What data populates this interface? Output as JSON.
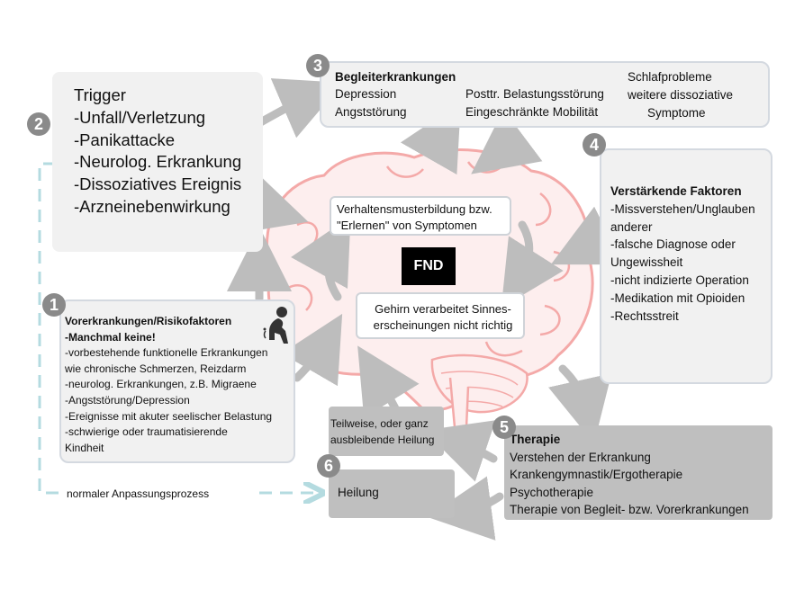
{
  "trigger": {
    "number": "2",
    "lines": [
      "Trigger",
      "-Unfall/Verletzung",
      "-Panikattacke",
      "-Neurolog. Erkrankung",
      "-Dissoziatives Ereignis",
      "-Arzneinebenwirkung"
    ]
  },
  "comorbidities": {
    "number": "3",
    "title": "Begleiterkrankungen",
    "col1": [
      "Depression",
      "Angststörung"
    ],
    "col2": [
      "Posttr. Belastungsstörung",
      "Eingeschränkte Mobilität"
    ],
    "col3": [
      "Schlafprobleme",
      "weitere dissoziative",
      "Symptome"
    ]
  },
  "reinforcing": {
    "number": "4",
    "title": "Verstärkende Faktoren",
    "lines": [
      "-Missverstehen/Unglauben",
      "anderer",
      "-falsche Diagnose oder",
      "Ungewissheit",
      "-nicht indizierte Operation",
      "-Medikation mit Opioiden",
      "-Rechtsstreit"
    ]
  },
  "preexisting": {
    "number": "1",
    "title": "Vorerkrankungen/Risikofaktoren",
    "subtitle": "-Manchmal keine!",
    "lines": [
      "-vorbestehende funktionelle Erkrankungen",
      "wie chronische Schmerzen, Reizdarm",
      "-neurolog. Erkrankungen, z.B. Migraene",
      "-Angststörung/Depression",
      "-Ereignisse mit akuter seelischer Belastung",
      "-schwierige oder traumatisierende",
      "Kindheit"
    ]
  },
  "center": {
    "label": "FND",
    "behavior": [
      "Verhaltensmusterbildung bzw.",
      "\"Erlernen\" von Symptomen"
    ],
    "processing": [
      "Gehirn verarbeitet Sinnes-",
      "erscheinungen nicht richtig"
    ]
  },
  "therapy": {
    "number": "5",
    "title": "Therapie",
    "lines": [
      "Verstehen der Erkrankung",
      "Krankengymnastik/Ergotherapie",
      "Psychotherapie",
      "Therapie von Begleit- bzw. Vorerkrankungen"
    ]
  },
  "healing": {
    "number": "6",
    "label": "Heilung"
  },
  "partial_healing": [
    "Teilweise, oder ganz",
    "ausbleibende Heilung"
  ],
  "normal_process": "normaler Anpassungsprozess",
  "icons": {
    "person": "sad-person-icon"
  },
  "colors": {
    "brain": "#f4a9a8",
    "arrow": "#bdbdbd",
    "dashed": "#b4dbe0",
    "badge": "#8a8a8a"
  }
}
